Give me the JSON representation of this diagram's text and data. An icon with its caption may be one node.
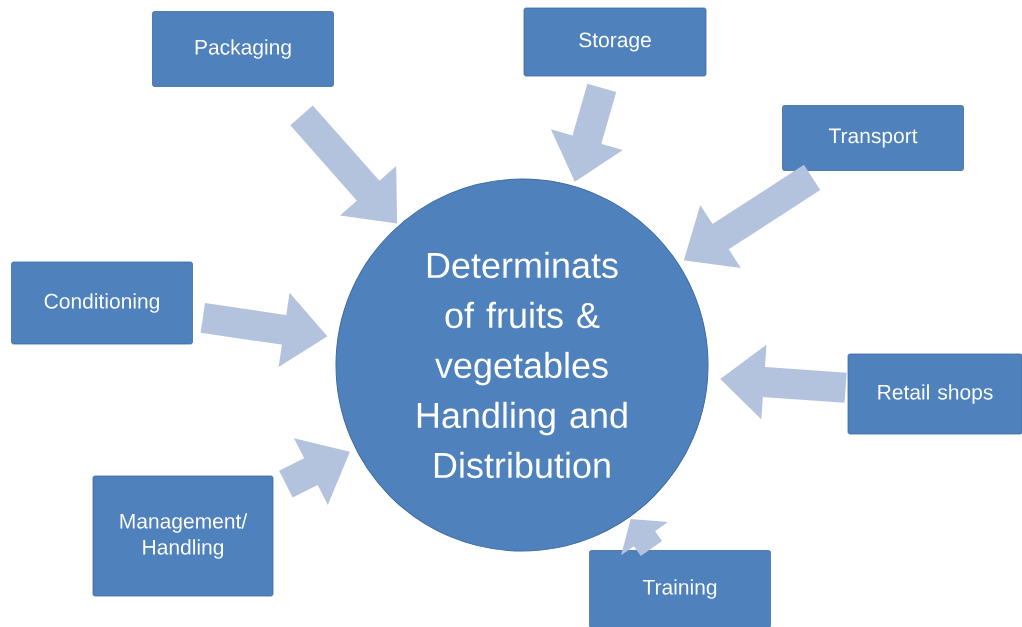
{
  "diagram": {
    "nodes": [
      {
        "text": [
          "Determinats of fruits & vegetables Handling and Distribution"
        ]
      },
      {
        "text": [
          "Packaging"
        ]
      },
      {
        "text": [
          "Storage"
        ]
      },
      {
        "text": [
          "Transport"
        ]
      },
      {
        "text": [
          "Conditioning"
        ]
      },
      {
        "text": [
          "Retail shops"
        ]
      },
      {
        "text": [
          "Management/ Handling"
        ]
      },
      {
        "text": [
          "Training"
        ]
      }
    ],
    "edges": [
      {
        "from": 1,
        "to": 0,
        "arrow": "to"
      },
      {
        "from": 2,
        "to": 0,
        "arrow": "to"
      },
      {
        "from": 3,
        "to": 0,
        "arrow": "to"
      },
      {
        "from": 4,
        "to": 0,
        "arrow": "to"
      },
      {
        "from": 5,
        "to": 0,
        "arrow": "to"
      },
      {
        "from": 6,
        "to": 0,
        "arrow": "to"
      },
      {
        "from": 7,
        "to": 0,
        "arrow": "to"
      }
    ]
  }
}
